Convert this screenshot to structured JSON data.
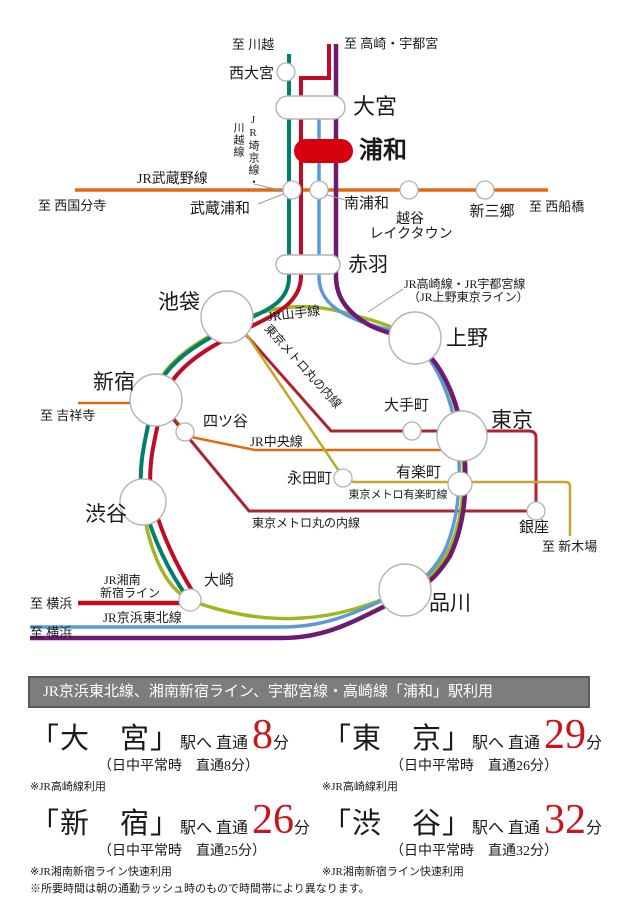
{
  "map": {
    "colors": {
      "saikyo_kawagoe": "#00806c",
      "shonan_shinjuku": "#c00a26",
      "keihin_tohoku": "#5b9bd5",
      "takasaki_utsunomiya": "#6d1a70",
      "musashino": "#e06a10",
      "chuo": "#e06a10",
      "yamanote": "#a2b520",
      "marunouchi": "#ab2430",
      "yurakucho": "#c5a52a",
      "urawa_highlight": "#d7000f",
      "station_stroke": "#b3b3b3"
    },
    "stations": {
      "urawa": "浦和",
      "omiya": "大宮",
      "nishi_omiya": "西大宮",
      "musashi_urawa": "武蔵浦和",
      "minami_urawa": "南浦和",
      "koshigaya_laketown_1": "越谷",
      "koshigaya_laketown_2": "レイクタウン",
      "shin_misato": "新三郷",
      "akabane": "赤羽",
      "ikebukuro": "池袋",
      "ueno": "上野",
      "shinjuku": "新宿",
      "yotsuya": "四ツ谷",
      "otemachi": "大手町",
      "tokyo": "東京",
      "nagatacho": "永田町",
      "yurakucho": "有楽町",
      "ginza": "銀座",
      "shibuya": "渋谷",
      "osaki": "大崎",
      "shinagawa": "品川"
    },
    "lines": {
      "musashino": "JR武蔵野線",
      "saikyo_vertical": "JR埼京線・",
      "kawagoe_vertical": "川越線",
      "yamanote": "JR山手線",
      "marunouchi_diag": "東京メトロ丸の内線",
      "marunouchi_bottom": "東京メトロ丸の内線",
      "chuo": "JR中央線",
      "yurakucho": "東京メトロ有楽町線",
      "takasaki_1": "JR高崎線・JR宇都宮線",
      "takasaki_2": "（JR上野東京ライン）",
      "shonan_1": "JR湘南",
      "shonan_2": "新宿ライン",
      "keihin": "JR京浜東北線"
    },
    "directions": {
      "kawagoe": "至 川越",
      "takasaki_utsunomiya": "至 高崎・宇都宮",
      "nishi_kokubunji": "至 西国分寺",
      "nishi_funabashi": "至 西船橋",
      "kichijoji": "至 吉祥寺",
      "yokohama_1": "至 横浜",
      "yokohama_2": "至 横浜",
      "shin_kiba": "至 新木場"
    }
  },
  "info": {
    "header": "JR京浜東北線、湘南新宿ライン、宇都宮線・高崎線「浦和」駅利用",
    "to_station": "駅へ",
    "direct": "直通",
    "minutes_unit": "分",
    "routes": [
      {
        "station": "「大　宮」",
        "minutes": "8",
        "normal": "（日中平常時　直通8分）",
        "note": "※JR高崎線利用"
      },
      {
        "station": "「東　京」",
        "minutes": "29",
        "normal": "（日中平常時　直通26分）",
        "note": "※JR高崎線利用"
      },
      {
        "station": "「新　宿」",
        "minutes": "26",
        "normal": "（日中平常時　直通25分）",
        "note": "※JR湘南新宿ライン快速利用"
      },
      {
        "station": "「渋　谷」",
        "minutes": "32",
        "normal": "（日中平常時　直通32分）",
        "note": "※JR湘南新宿ライン快速利用"
      }
    ],
    "footer": "※所要時間は朝の通勤ラッシュ時のもので時間帯により異なります。"
  }
}
